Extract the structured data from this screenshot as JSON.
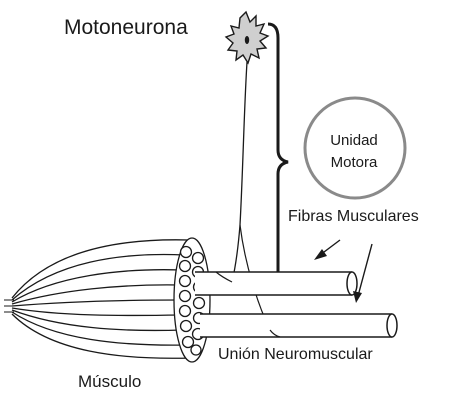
{
  "labels": {
    "motoneuron": "Motoneurona",
    "motor_unit_line1": "Unidad",
    "motor_unit_line2": "Motora",
    "muscle_fibers": "Fibras Musculares",
    "neuromuscular_junction": "Unión Neuromuscular",
    "muscle": "Músculo"
  },
  "colors": {
    "ink": "#1a1a1a",
    "circle_stroke": "#8a8a8a",
    "neuron_fill": "#cfcfcf"
  }
}
